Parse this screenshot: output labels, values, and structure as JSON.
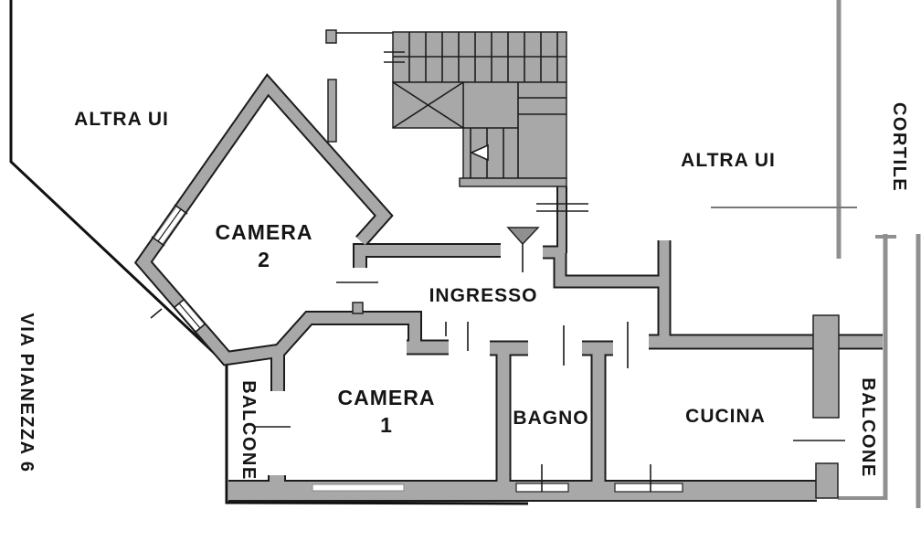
{
  "labels": {
    "street": "VIA PIANEZZA 6",
    "courtyard": "CORTILE",
    "other_unit_left": "ALTRA UI",
    "other_unit_right": "ALTRA UI",
    "entrance": "INGRESSO",
    "bedroom2_name": "CAMERA",
    "bedroom2_number": "2",
    "bedroom1_name": "CAMERA",
    "bedroom1_number": "1",
    "bathroom": "BAGNO",
    "kitchen": "CUCINA",
    "balcony_left": "BALCONE",
    "balcony_right": "BALCONE"
  },
  "colors": {
    "wall_fill": "#a8a8a8",
    "wall_outline": "#1c1c1c",
    "boundary_line": "#111111",
    "courtyard_line": "#909090",
    "background": "#ffffff",
    "text": "#151515"
  }
}
